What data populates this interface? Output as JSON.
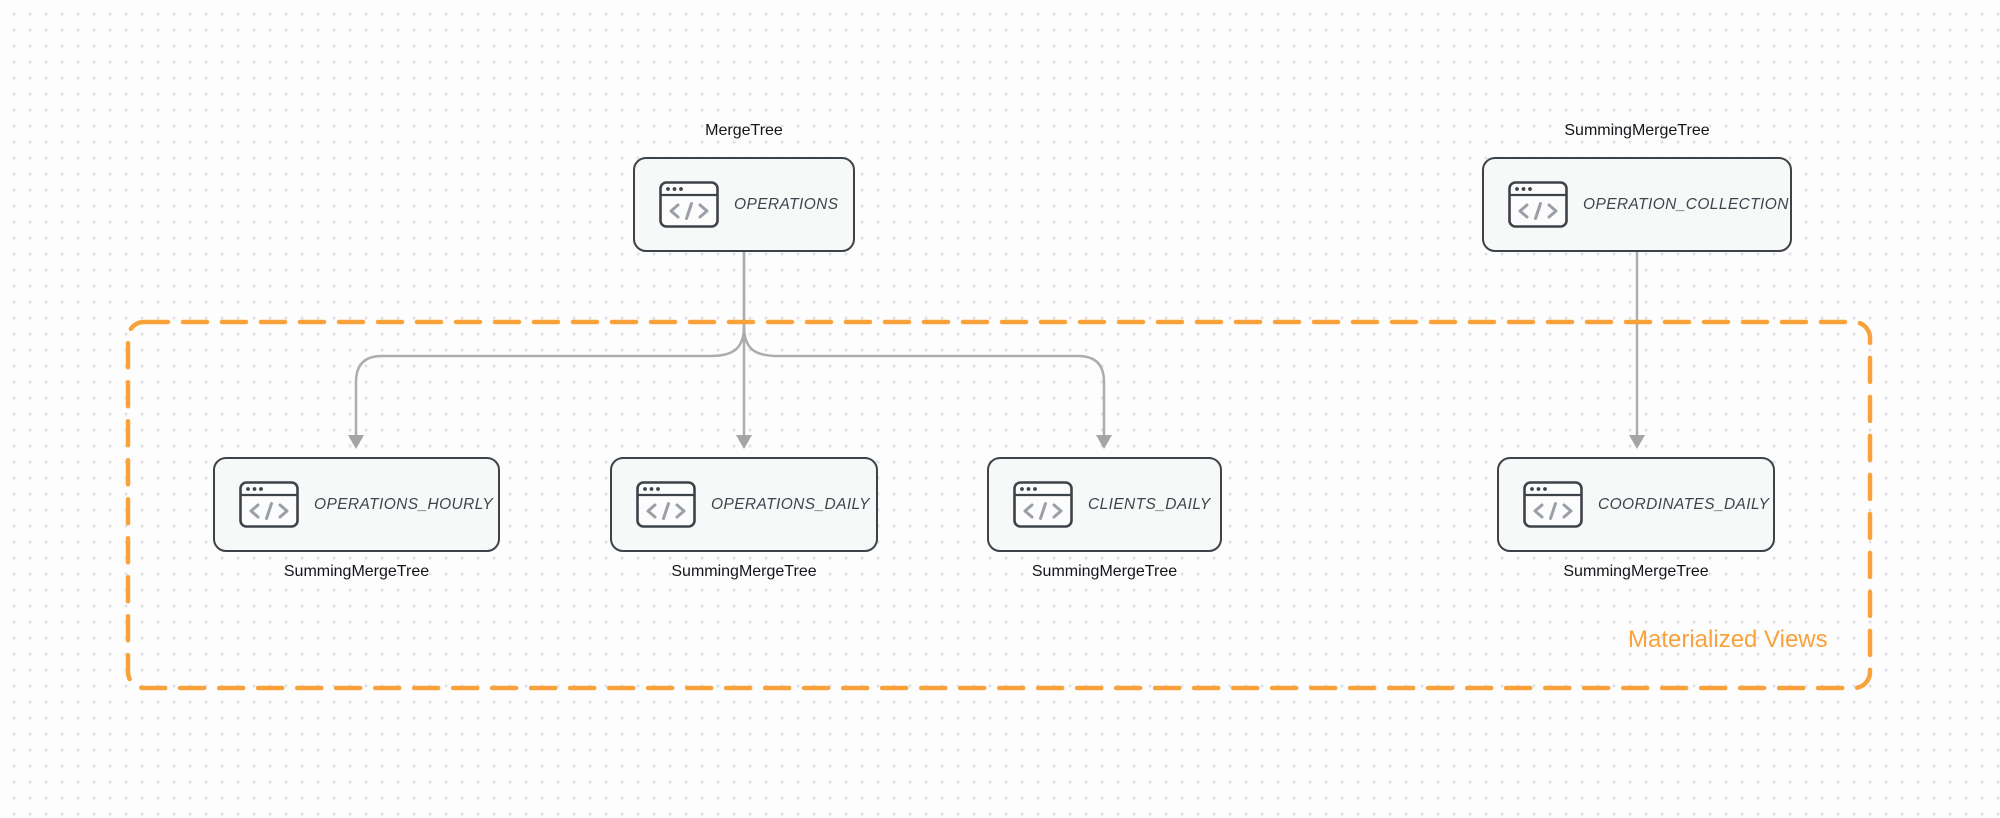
{
  "diagram": {
    "group_label": "Materialized Views",
    "nodes": [
      {
        "name": "OPERATIONS",
        "engine": "MergeTree",
        "icon": "code-window-icon"
      },
      {
        "name": "OPERATION_COLLECTION",
        "engine": "SummingMergeTree",
        "icon": "code-window-icon"
      },
      {
        "name": "OPERATIONS_HOURLY",
        "engine": "SummingMergeTree",
        "icon": "code-window-icon"
      },
      {
        "name": "OPERATIONS_DAILY",
        "engine": "SummingMergeTree",
        "icon": "code-window-icon"
      },
      {
        "name": "CLIENTS_DAILY",
        "engine": "SummingMergeTree",
        "icon": "code-window-icon"
      },
      {
        "name": "COORDINATES_DAILY",
        "engine": "SummingMergeTree",
        "icon": "code-window-icon"
      }
    ],
    "colors": {
      "accent_orange": "#f9a23b",
      "arrow_gray": "#adadad",
      "node_border": "#3e4349",
      "node_fill": "#f7f8f8"
    }
  }
}
